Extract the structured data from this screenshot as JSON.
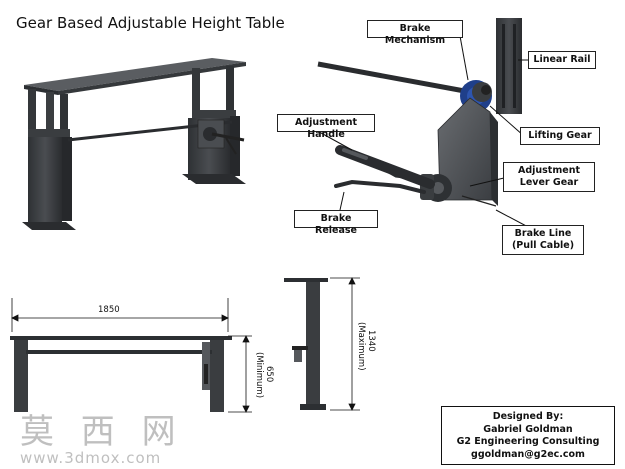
{
  "title": "Gear Based Adjustable Height Table",
  "callouts": {
    "brake_mechanism": "Brake Mechanism",
    "linear_rail": "Linear Rail",
    "adjustment_handle": "Adjustment Handle",
    "lifting_gear": "Lifting Gear",
    "adjustment_lever_gear": "Adjustment Lever Gear",
    "brake_release": "Brake Release",
    "brake_line": "Brake Line (Pull Cable)"
  },
  "dimensions": {
    "width": "1850",
    "min_height": "650",
    "min_label": "(Minimum)",
    "max_height": "1340",
    "max_label": "(Maximum)"
  },
  "credits": {
    "line1": "Designed By:",
    "line2": "Gabriel Goldman",
    "line3": "G2 Engineering Consulting",
    "line4": "ggoldman@g2ec.com"
  },
  "watermark": {
    "cn": "莫 西 网",
    "url": "www.3dmox.com"
  },
  "colors": {
    "metal": "#3a3d40",
    "metal_light": "#55585c",
    "gear_blue": "#1f3f8a"
  }
}
